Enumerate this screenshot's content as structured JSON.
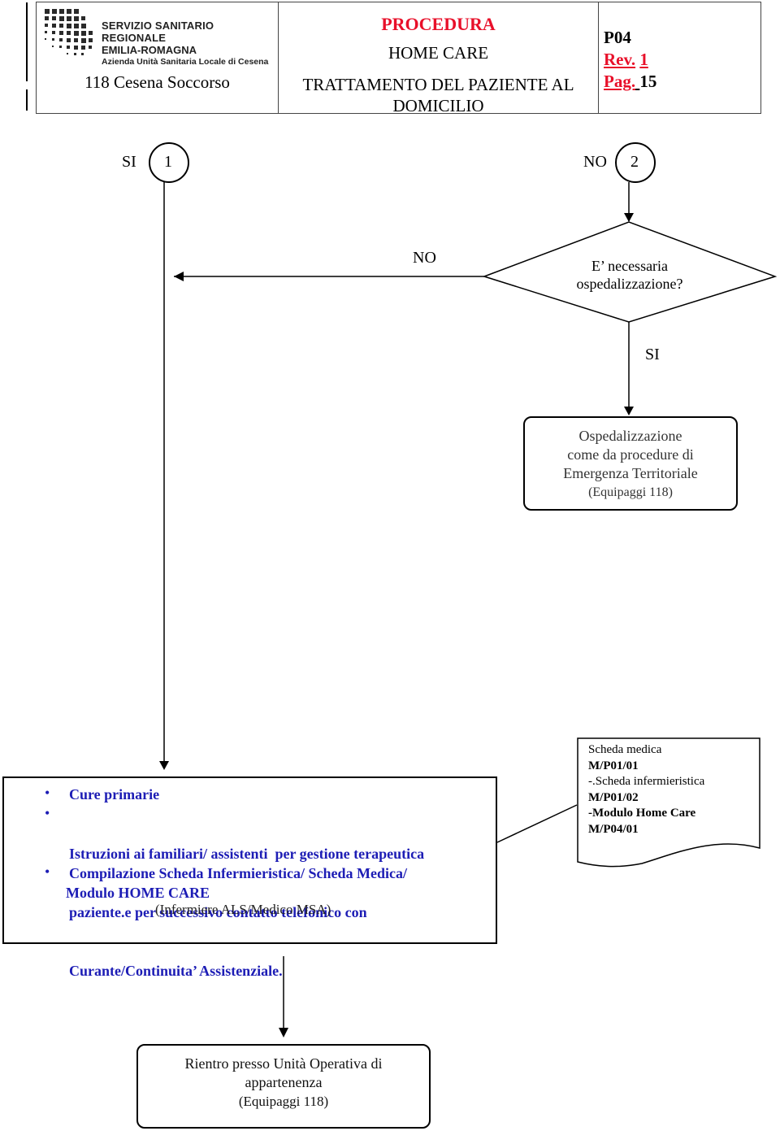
{
  "header": {
    "logo": {
      "line1": "SERVIZIO SANITARIO REGIONALE",
      "line2": "EMILIA-ROMAGNA",
      "line3": "Azienda Unità Sanitaria Locale di Cesena"
    },
    "unit": "118 Cesena Soccorso",
    "procedure_title": "PROCEDURA",
    "procedure_subtitle": "HOME CARE",
    "procedure_desc_line1": "TRATTAMENTO DEL PAZIENTE AL",
    "procedure_desc_line2": "DOMICILIO",
    "code": "P04",
    "rev_label": "Rev.",
    "rev_value": "1",
    "page_label": "Pag.",
    "page_value": "15"
  },
  "flow": {
    "start_left_label": "SI",
    "start_left_number": "1",
    "start_right_label": "NO",
    "start_right_number": "2",
    "decision_no_label": "NO",
    "decision_line1": "E’ necessaria",
    "decision_line2": "ospedalizzazione?",
    "decision_yes_label": "SI",
    "hospital_box": {
      "line1": "Ospedalizzazione",
      "line2": "come da procedure di",
      "line3": "Emergenza Territoriale",
      "line4": "(Equipaggi 118)"
    },
    "care_box": {
      "item1": "Cure primarie",
      "item2_line1": "Istruzioni ai familiari/ assistenti  per gestione terapeutica",
      "item2_line2": "paziente.e per successivo contatto telefonico con",
      "item2_line3": "Curante/Continuita’ Assistenziale.",
      "item3_line1": "Compilazione Scheda Infermieristica/ Scheda Medica/",
      "item3_line2": "Modulo HOME CARE",
      "footer": "(Infermiere ALS/Medico MSA)"
    },
    "document": {
      "line1": "Scheda medica",
      "line2": "M/P01/01",
      "line3": "-.Scheda infermieristica",
      "line4": "M/P01/02",
      "line5": "-Modulo Home Care",
      "line6": "M/P04/01"
    },
    "return_box": {
      "line1": "Rientro presso Unità Operativa di",
      "line2": "appartenenza",
      "line3": "(Equipaggi 118)"
    }
  }
}
